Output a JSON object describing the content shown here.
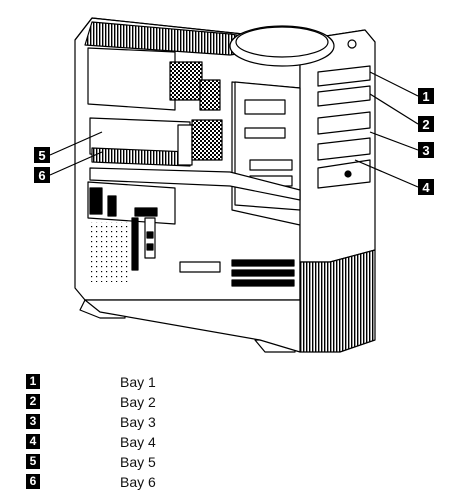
{
  "callouts": [
    "1",
    "2",
    "3",
    "4",
    "5",
    "6"
  ],
  "legend": [
    {
      "number": "1",
      "label": "Bay 1"
    },
    {
      "number": "2",
      "label": "Bay 2"
    },
    {
      "number": "3",
      "label": "Bay 3"
    },
    {
      "number": "4",
      "label": "Bay 4"
    },
    {
      "number": "5",
      "label": "Bay 5"
    },
    {
      "number": "6",
      "label": "Bay 6"
    }
  ]
}
